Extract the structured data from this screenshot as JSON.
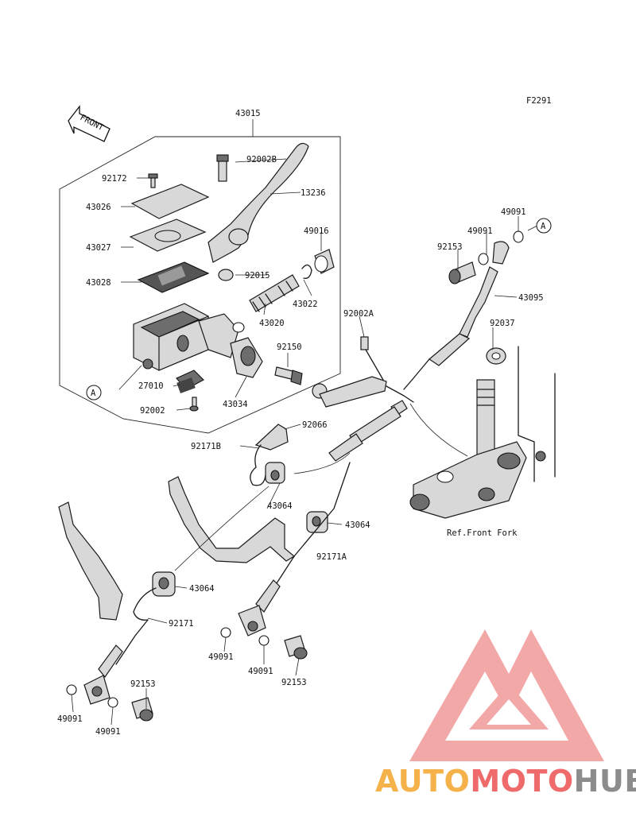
{
  "figure_code": "F2291",
  "direction_label": "FRONT",
  "reference_label": "Ref.Front Fork",
  "callout_letter": "A",
  "part_labels": {
    "p43015": "43015",
    "p92002B": "92002B",
    "p92172": "92172",
    "p43026": "43026",
    "p13236": "13236",
    "p43027": "43027",
    "p49016": "49016",
    "p92015": "92015",
    "p43028": "43028",
    "p43022": "43022",
    "p43020": "43020",
    "p92150": "92150",
    "p27010": "27010",
    "p43034": "43034",
    "p92002": "92002",
    "p92066": "92066",
    "p92171B": "92171B",
    "p43064a": "43064",
    "p43064b": "43064",
    "p43064c": "43064",
    "p92171A": "92171A",
    "p92171": "92171",
    "p49091a": "49091",
    "p49091b": "49091",
    "p49091c": "49091",
    "p49091d": "49091",
    "p49091e": "49091",
    "p49091f": "49091",
    "p92153a": "92153",
    "p92153b": "92153",
    "p92153c": "92153",
    "p43095": "43095",
    "p92002A": "92002A",
    "p92037": "92037"
  },
  "watermark": {
    "part1": "AUTO",
    "part2": "MOTO",
    "part3": "HUB",
    "color_orange": "#f6b24a",
    "color_red": "#ef6b6b",
    "color_grey": "#8c8c8c",
    "logo_color": "#f08a8a"
  }
}
